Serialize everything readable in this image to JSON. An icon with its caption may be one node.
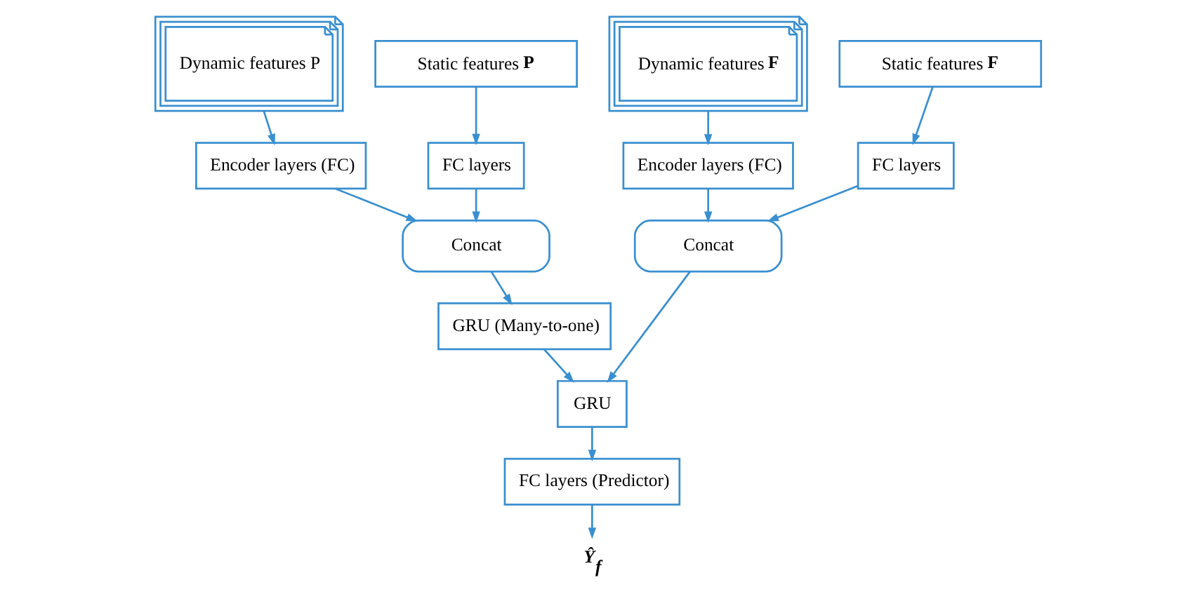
{
  "diagram": {
    "nodes": [
      {
        "text": [
          "Dynamic features P"
        ]
      },
      {
        "text": [
          "Static features **P**"
        ]
      },
      {
        "text": [
          "Encoder layers (FC)"
        ]
      },
      {
        "text": [
          "FC layers"
        ]
      },
      {
        "text": [
          "Concat"
        ]
      },
      {
        "text": [
          "GRU (Many-to-one)"
        ]
      },
      {
        "text": [
          "Dynamic features **F**"
        ]
      },
      {
        "text": [
          "Static features **F**"
        ]
      },
      {
        "text": [
          "Encoder layers (FC)"
        ]
      },
      {
        "text": [
          "FC layers"
        ]
      },
      {
        "text": [
          "Concat"
        ]
      },
      {
        "text": [
          "GRU"
        ]
      },
      {
        "text": [
          "FC layers (Predictor)"
        ]
      },
      {
        "text": [
          "Ŷ$_{f}$"
        ]
      }
    ],
    "edges": [
      {
        "from": 0,
        "to": 2,
        "arrow": "to"
      },
      {
        "from": 1,
        "to": 3,
        "arrow": "to"
      },
      {
        "from": 2,
        "to": 4,
        "arrow": "to"
      },
      {
        "from": 3,
        "to": 4,
        "arrow": "to"
      },
      {
        "from": 4,
        "to": 5,
        "arrow": "to"
      },
      {
        "from": 6,
        "to": 8,
        "arrow": "to"
      },
      {
        "from": 7,
        "to": 9,
        "arrow": "to"
      },
      {
        "from": 8,
        "to": 10,
        "arrow": "to"
      },
      {
        "from": 9,
        "to": 10,
        "arrow": "to"
      },
      {
        "from": 10,
        "to": 11,
        "arrow": "to"
      },
      {
        "from": 5,
        "to": 11,
        "arrow": "to"
      },
      {
        "from": 11,
        "to": 12,
        "arrow": "to"
      },
      {
        "from": 12,
        "to": 13,
        "arrow": "to"
      }
    ]
  }
}
